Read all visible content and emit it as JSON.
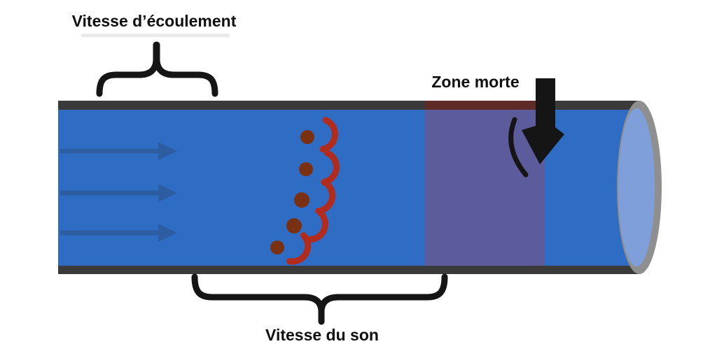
{
  "diagram": {
    "labels": {
      "flow_velocity": "Vitesse d’écoulement",
      "dead_zone": "Zone morte",
      "sound_velocity": "Vitesse du son"
    },
    "colors": {
      "pipe_wall": "#3a3a3a",
      "pipe_fluid": "#2f6cc3",
      "flow_arrow": "#2b5c9e",
      "dead_zone_overlay": "#5c5b9c",
      "dead_zone_wall": "#5e2b27",
      "sound_arc": "#b22c1e",
      "particle": "#7a3112",
      "pipe_end_face": "#7e9fd9",
      "pipe_end_rim": "#8f8f8f",
      "annotation_ink": "#151515",
      "ghost_artifact": "#d8d8d8"
    },
    "figure": {
      "flow_arrow_count": 3,
      "sound_particle_count": 5,
      "sound_pulse_count": 5
    }
  }
}
